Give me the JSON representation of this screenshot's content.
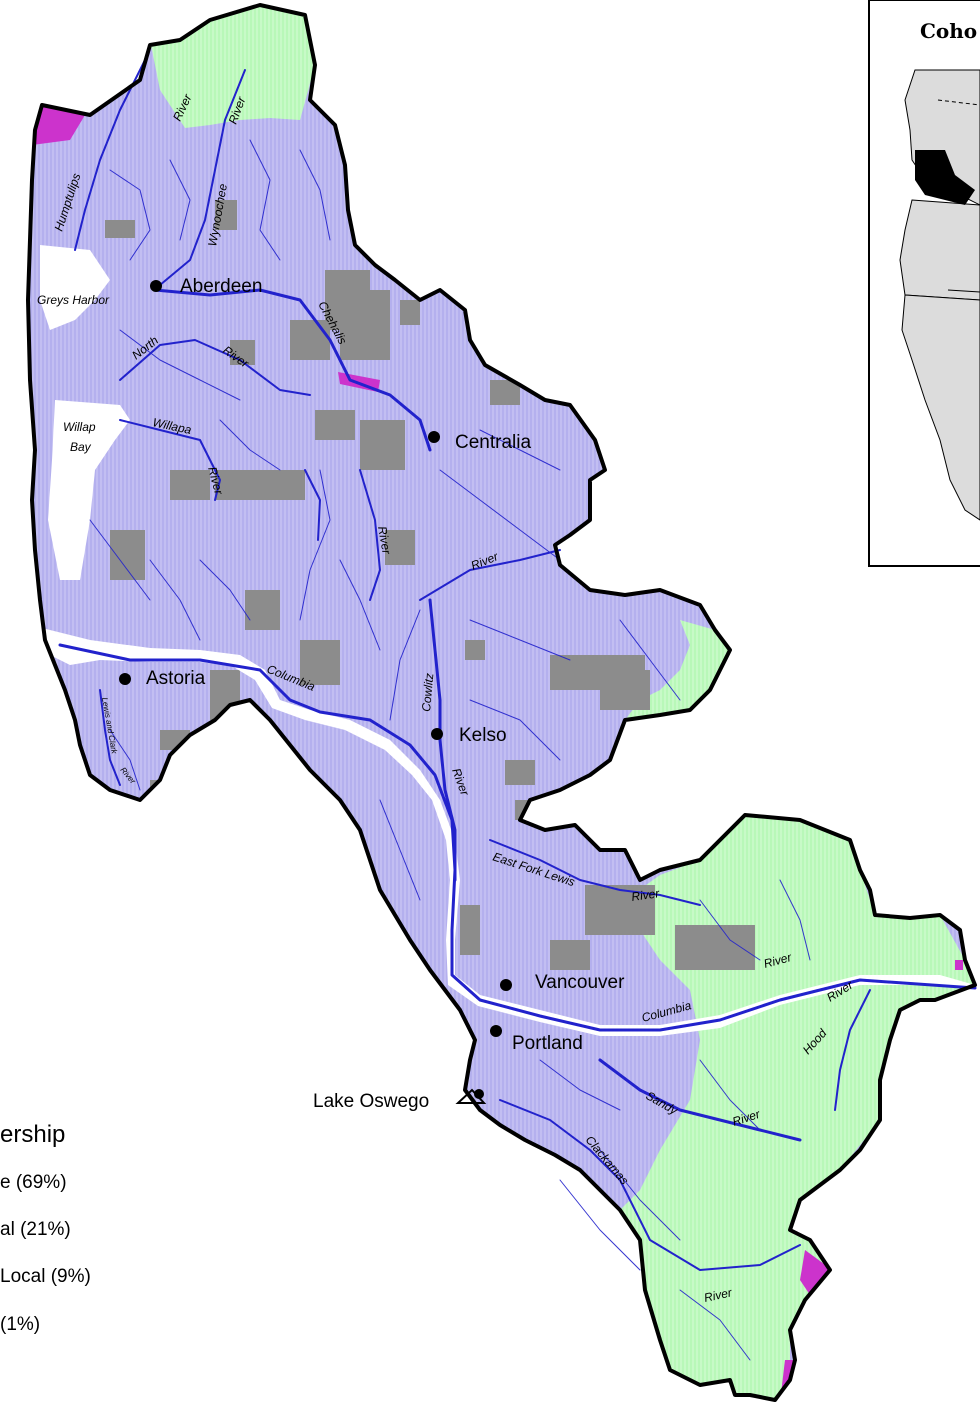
{
  "colors": {
    "private": "#b4b0ee",
    "private_hatch": "#cfccf6",
    "federal": "#b8f8b8",
    "state_local": "#8c8c8c",
    "tribal": "#cc33cc",
    "river": "#2222cc",
    "border": "#000000"
  },
  "inset": {
    "title": "Coho"
  },
  "legend": {
    "title": "ership",
    "items": [
      {
        "label": "e (69%)",
        "color_key": "private"
      },
      {
        "label": "al (21%)",
        "color_key": "federal"
      },
      {
        "label": "Local (9%)",
        "color_key": "state_local"
      },
      {
        "label": "(1%)",
        "color_key": "tribal"
      }
    ]
  },
  "cities": {
    "aberdeen": "Aberdeen",
    "centralia": "Centralia",
    "astoria": "Astoria",
    "kelso": "Kelso",
    "vancouver": "Vancouver",
    "portland": "Portland",
    "lake_oswego": "Lake Oswego"
  },
  "water_bodies": {
    "greys_harbor": "Greys Harbor",
    "willapa_bay_1": "Willap",
    "willapa_bay_2": "Bay"
  },
  "rivers": {
    "humptulips": "Humptulips",
    "river_1": "River",
    "river_2": "River",
    "wynoochee": "Wynoochee",
    "chehalis": "Chehalis",
    "north": "North",
    "river_north": "River",
    "willapa": "Willapa",
    "river_willapa": "River",
    "river_chehalis_s": "River",
    "river_cowlitz_n": "River",
    "cowlitz": "Cowlitz",
    "river_cowlitz_s": "River",
    "columbia_w": "Columbia",
    "lewis_clark": "Lewis and Clark",
    "river_lc": "River",
    "east_fork_lewis": "East Fork Lewis",
    "river_efl": "River",
    "river_columbia_e": "River",
    "columbia_e": "Columbia",
    "hood": "Hood",
    "river_hood": "River",
    "sandy": "Sandy",
    "river_sandy": "River",
    "clackamas": "Clackamas",
    "river_clackamas": "River"
  }
}
